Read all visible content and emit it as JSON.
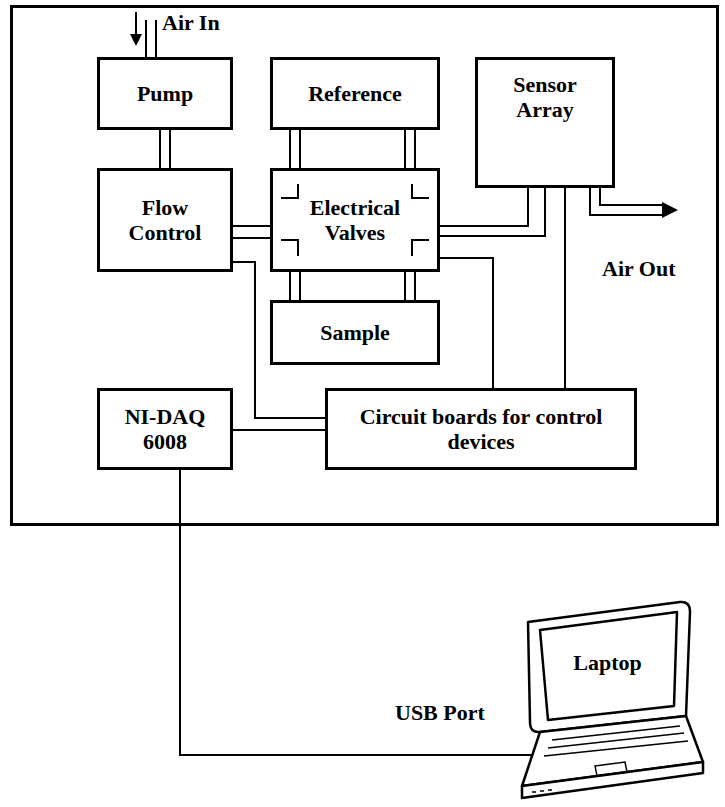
{
  "diagram": {
    "nodes": [
      {
        "text": [
          "Pump"
        ]
      },
      {
        "text": [
          "Reference"
        ]
      },
      {
        "text": [
          "Sensor Array"
        ]
      },
      {
        "text": [
          "Flow Control"
        ]
      },
      {
        "text": [
          "Electrical Valves"
        ]
      },
      {
        "text": [
          "Sample"
        ]
      },
      {
        "text": [
          "NI-DAQ 6008"
        ]
      },
      {
        "text": [
          "Circuit boards for control devices"
        ]
      },
      {
        "text": [
          "Laptop"
        ]
      }
    ],
    "edges": [
      {
        "from": 0,
        "to": 3,
        "arrow": "none"
      },
      {
        "from": 3,
        "to": 4,
        "arrow": "none"
      },
      {
        "from": 1,
        "to": 4,
        "arrow": "none"
      },
      {
        "from": 1,
        "to": 4,
        "arrow": "none"
      },
      {
        "from": 4,
        "to": 5,
        "arrow": "none"
      },
      {
        "from": 4,
        "to": 5,
        "arrow": "none"
      },
      {
        "from": 4,
        "to": 2,
        "arrow": "none"
      },
      {
        "from": 3,
        "to": 7,
        "arrow": "none"
      },
      {
        "from": 4,
        "to": 7,
        "arrow": "none"
      },
      {
        "from": 2,
        "to": 7,
        "arrow": "none"
      },
      {
        "from": 6,
        "to": 7,
        "arrow": "none"
      },
      {
        "from": 6,
        "to": 8,
        "arrow": "none"
      }
    ],
    "labels": [
      "Air In",
      "Air Out",
      "USB Port"
    ]
  }
}
